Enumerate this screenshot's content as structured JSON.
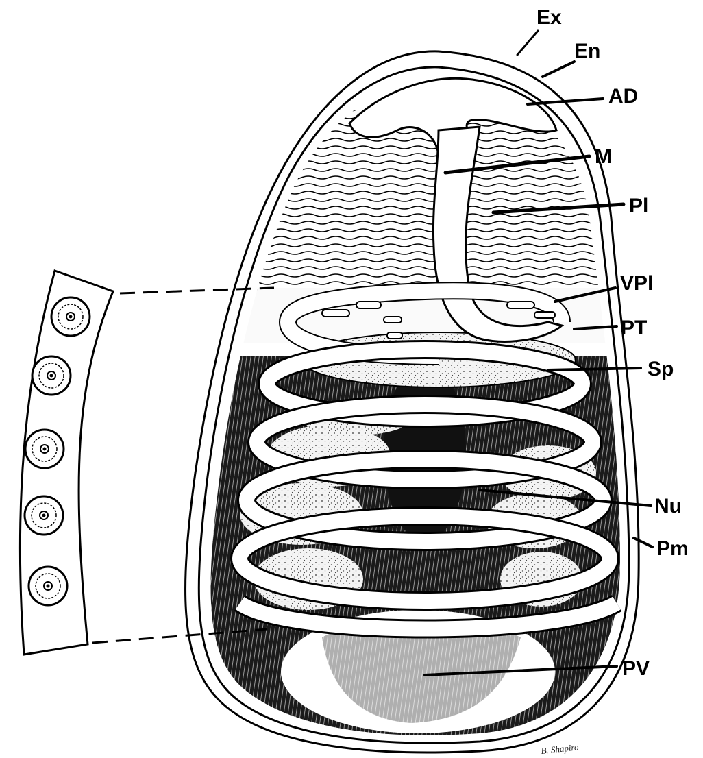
{
  "labels": {
    "ex": "Ex",
    "en": "En",
    "ad": "AD",
    "m": "M",
    "pl": "Pl",
    "vpl": "VPl",
    "pt": "PT",
    "sp": "Sp",
    "nu": "Nu",
    "pm": "Pm",
    "pv": "PV"
  },
  "signature": "B. Shapiro",
  "colors": {
    "ink": "#000000",
    "paper": "#ffffff",
    "stipple": "#f2f2f2"
  }
}
